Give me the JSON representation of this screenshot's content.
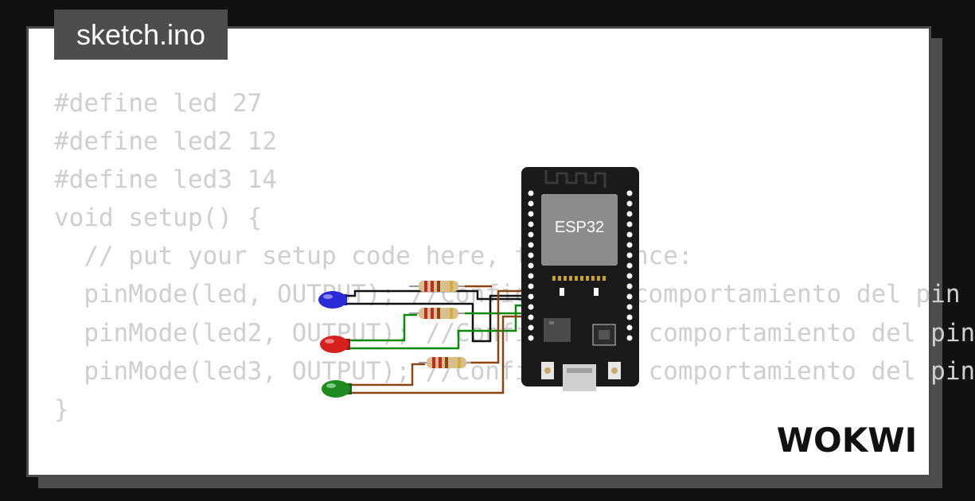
{
  "tab": {
    "filename": "sketch.ino"
  },
  "code": {
    "lines": [
      "#define led 27",
      "#define led2 12",
      "#define led3 14",
      "",
      "void setup() {",
      "  // put your setup code here, to run once:",
      "  pinMode(led, OUTPUT); //Configura el comportamiento del pin",
      "  pinMode(led2, OUTPUT); //Configura el comportamiento del pin",
      "  pinMode(led3, OUTPUT); //Configura el comportamiento del pin",
      "}"
    ]
  },
  "board": {
    "label": "ESP32"
  },
  "brand": {
    "name": "WOKWI"
  },
  "colors": {
    "led_blue": "#2a2ad8",
    "led_red": "#d62020",
    "led_green": "#1f8a1f",
    "wire_black": "#111111",
    "wire_green": "#0a8a0a",
    "wire_brown": "#8b4513",
    "board": "#1a1a1a",
    "chip": "#8c8c8c"
  }
}
